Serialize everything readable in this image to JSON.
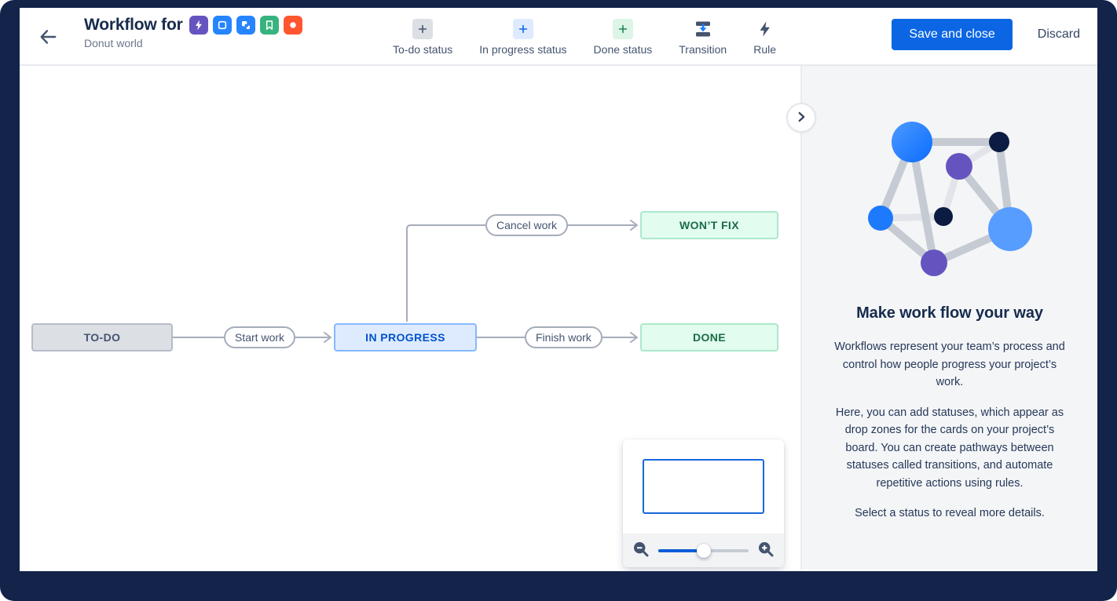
{
  "header": {
    "title": "Workflow for",
    "subtitle": "Donut world",
    "project_icons": [
      {
        "name": "bolt-icon",
        "bg": "#6554C0"
      },
      {
        "name": "square-icon",
        "bg": "#2684FF"
      },
      {
        "name": "subtasks-icon",
        "bg": "#2684FF"
      },
      {
        "name": "bookmark-icon",
        "bg": "#36B37E"
      },
      {
        "name": "circle-icon",
        "bg": "#FF5630"
      }
    ],
    "toolbar": [
      {
        "label": "To-do status",
        "icon": "plus-icon",
        "icon_bg": "#DCDFE4",
        "icon_color": "#44546F"
      },
      {
        "label": "In progress status",
        "icon": "plus-icon",
        "icon_bg": "#DEEBFF",
        "icon_color": "#0C66E4"
      },
      {
        "label": "Done status",
        "icon": "plus-icon",
        "icon_bg": "#DCF5E7",
        "icon_color": "#1F845A"
      },
      {
        "label": "Transition",
        "icon": "transition-icon",
        "icon_color": "#44546F"
      },
      {
        "label": "Rule",
        "icon": "lightning-icon",
        "icon_color": "#44546F"
      }
    ],
    "save_label": "Save and close",
    "discard_label": "Discard"
  },
  "canvas": {
    "statuses": [
      {
        "label": "TO-DO",
        "type": "todo"
      },
      {
        "label": "IN PROGRESS",
        "type": "inprogress"
      },
      {
        "label": "DONE",
        "type": "done"
      },
      {
        "label": "WON’T FIX",
        "type": "done"
      }
    ],
    "transitions": [
      {
        "label": "Start work",
        "from": "TO-DO",
        "to": "IN PROGRESS"
      },
      {
        "label": "Finish work",
        "from": "IN PROGRESS",
        "to": "DONE"
      },
      {
        "label": "Cancel work",
        "from": "IN PROGRESS",
        "to": "WON’T FIX"
      }
    ],
    "edge_color": "#A5ADBA",
    "node_colors": {
      "todo_bg": "#DCDFE4",
      "todo_border": "#B6BCC8",
      "todo_text": "#44546F",
      "inprogress_bg": "#DEEBFF",
      "inprogress_border": "#85B8FF",
      "inprogress_text": "#0052CC",
      "done_bg": "#E2FCEF",
      "done_border": "#ABE8CB",
      "done_text": "#1C6B47"
    }
  },
  "minimap": {
    "zoom_out_icon": "magnifier-minus-icon",
    "zoom_in_icon": "magnifier-plus-icon",
    "zoom_slider_pct": 50,
    "viewport_border": "#1868DB"
  },
  "panel_toggle_icon": "chevron-right-icon",
  "sidebar": {
    "heading": "Make work flow your way",
    "paragraphs": [
      "Workflows represent your team’s process and control how people progress your project’s work.",
      "Here, you can add statuses, which appear as drop zones for the cards on your project’s board. You can create pathways between statuses called transitions, and automate repetitive actions using rules.",
      "Select a status to reveal more details."
    ],
    "accent_colors": {
      "navy": "#0B1B42",
      "purple": "#6554C0",
      "blue": "#1D7AFC",
      "light_blue": "#579DFF"
    }
  }
}
